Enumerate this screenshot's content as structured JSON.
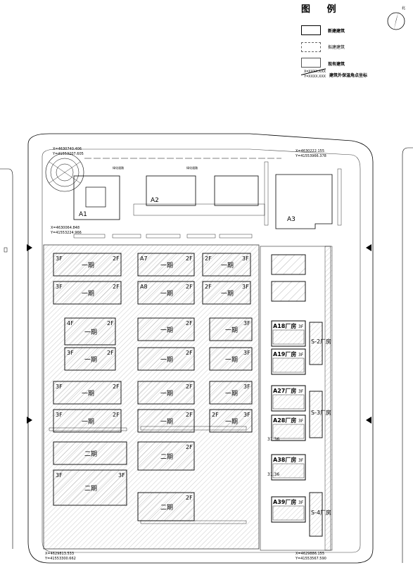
{
  "legend": {
    "title": "图 例",
    "items": [
      {
        "label": "新建建筑",
        "style": "solid-bold"
      },
      {
        "label": "拟建建筑",
        "style": "dashed"
      },
      {
        "label": "现有建筑",
        "style": "thin"
      },
      {
        "label": "建筑外保温角点坐标",
        "sample_x": "X=XXXX.XXX",
        "sample_y": "Y=XXXX.XXX"
      }
    ]
  },
  "north_symbol": "北",
  "parcels_top": [
    {
      "label": "A1"
    },
    {
      "label": "A2"
    },
    {
      "label": "A3"
    }
  ],
  "road_labels": [
    "绿化道路",
    "绿化道路"
  ],
  "coords": [
    {
      "x": "X=4630740.406",
      "y": "Y=41553207.605"
    },
    {
      "x": "X=4630222.155",
      "y": "Y=41553966.378"
    },
    {
      "x": "X=4630064.848",
      "y": "Y=41553224.966"
    },
    {
      "x": "X=4629813.533",
      "y": "Y=41553300.662"
    },
    {
      "x": "X=4629886.155",
      "y": "Y=41553567.590"
    }
  ],
  "blocks": [
    {
      "phase": "一期",
      "floors_left": "3F",
      "floors_right": "2F"
    },
    {
      "phase": "一期",
      "floors_left": "3F",
      "floors_right": "2F"
    },
    {
      "phase": "一期",
      "floors_left": "A7",
      "floors_right": "2F"
    },
    {
      "phase": "一期",
      "floors_left": "A8",
      "floors_right": "2F"
    },
    {
      "phase": "一期",
      "floors_left": "2F",
      "floors_right": "3F"
    },
    {
      "phase": "一期",
      "floors_left": "2F",
      "floors_right": "3F"
    },
    {
      "phase": "一期",
      "floors_left": "4F",
      "floors_right": "2F"
    },
    {
      "phase": "一期",
      "floors_left": "3F",
      "floors_right": "2F"
    },
    {
      "phase": "一期",
      "floors_left": "",
      "floors_right": "2F"
    },
    {
      "phase": "一期",
      "floors_left": "",
      "floors_right": "2F"
    },
    {
      "phase": "一期",
      "floors_left": "",
      "floors_right": "3F"
    },
    {
      "phase": "一期",
      "floors_left": "",
      "floors_right": "3F"
    },
    {
      "phase": "一期",
      "floors_left": "3F",
      "floors_right": "2F"
    },
    {
      "phase": "一期",
      "floors_left": "3F",
      "floors_right": "2F"
    },
    {
      "phase": "一期",
      "floors_left": "",
      "floors_right": "2F"
    },
    {
      "phase": "一期",
      "floors_left": "",
      "floors_right": "2F"
    },
    {
      "phase": "一期",
      "floors_left": "",
      "floors_right": "3F"
    },
    {
      "phase": "一期",
      "floors_left": "2F",
      "floors_right": "3F"
    },
    {
      "phase": "二期",
      "floors_left": "",
      "floors_right": ""
    },
    {
      "phase": "二期",
      "floors_left": "3F",
      "floors_right": "3F"
    },
    {
      "phase": "二期",
      "floors_left": "",
      "floors_right": "2F"
    },
    {
      "phase": "二期",
      "floors_left": "",
      "floors_right": "2F"
    }
  ],
  "east_blocks": [
    {
      "label": "A18厂房",
      "floors": "3F"
    },
    {
      "label": "A19厂房",
      "floors": "3F"
    },
    {
      "label": "A27厂房",
      "floors": "3F"
    },
    {
      "label": "A28厂房",
      "floors": "3F"
    },
    {
      "label": "A38厂房",
      "floors": "3F"
    },
    {
      "label": "A39厂房",
      "floors": "3F"
    }
  ],
  "s_blocks": [
    {
      "label": "S-2厂房"
    },
    {
      "label": "S-3厂房"
    },
    {
      "label": "S-4厂房"
    }
  ],
  "dims": [
    "31.36",
    "31.36"
  ]
}
